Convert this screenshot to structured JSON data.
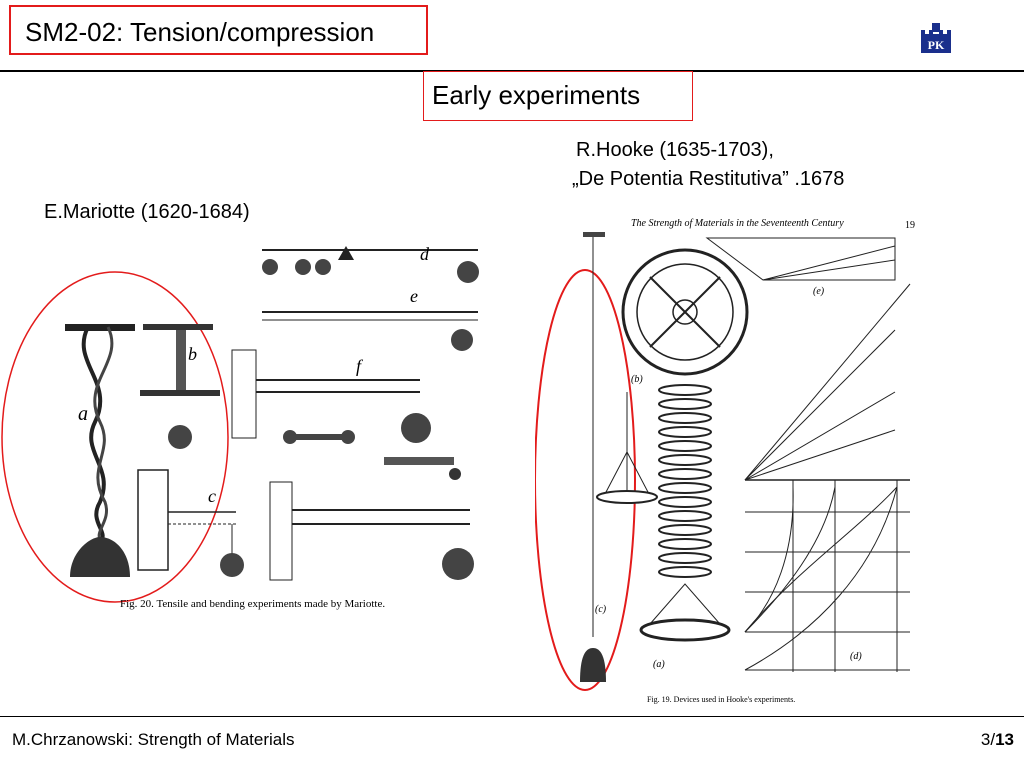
{
  "header": {
    "title": "SM2-02: Tension/compression",
    "logo_icon": "pk-castle-logo",
    "logo_text": "PK"
  },
  "section": {
    "title": "Early experiments"
  },
  "hooke": {
    "line1": "R.Hooke (1635-1703),",
    "line2": "„De Potentia Restitutiva” .1678"
  },
  "mariotte": {
    "label": "E.Mariotte (1620-1684)"
  },
  "fig_mariotte": {
    "caption": "Fig. 20.   Tensile and bending experiments made by Mariotte.",
    "letters": [
      "a",
      "b",
      "c",
      "d",
      "e",
      "f"
    ]
  },
  "fig_hooke": {
    "header": "The Strength of Materials in the Seventeenth Century",
    "page_no": "19",
    "caption": "Fig. 19.   Devices used in Hooke's experiments.",
    "panels": [
      "(a)",
      "(b)",
      "(c)",
      "(d)",
      "(e)"
    ]
  },
  "footer": {
    "author": "M.Chrzanowski: Strength of Materials",
    "page_current": "3/",
    "page_total": "13"
  },
  "colors": {
    "accent": "#e31b1b",
    "logo": "#1a2f8c"
  }
}
